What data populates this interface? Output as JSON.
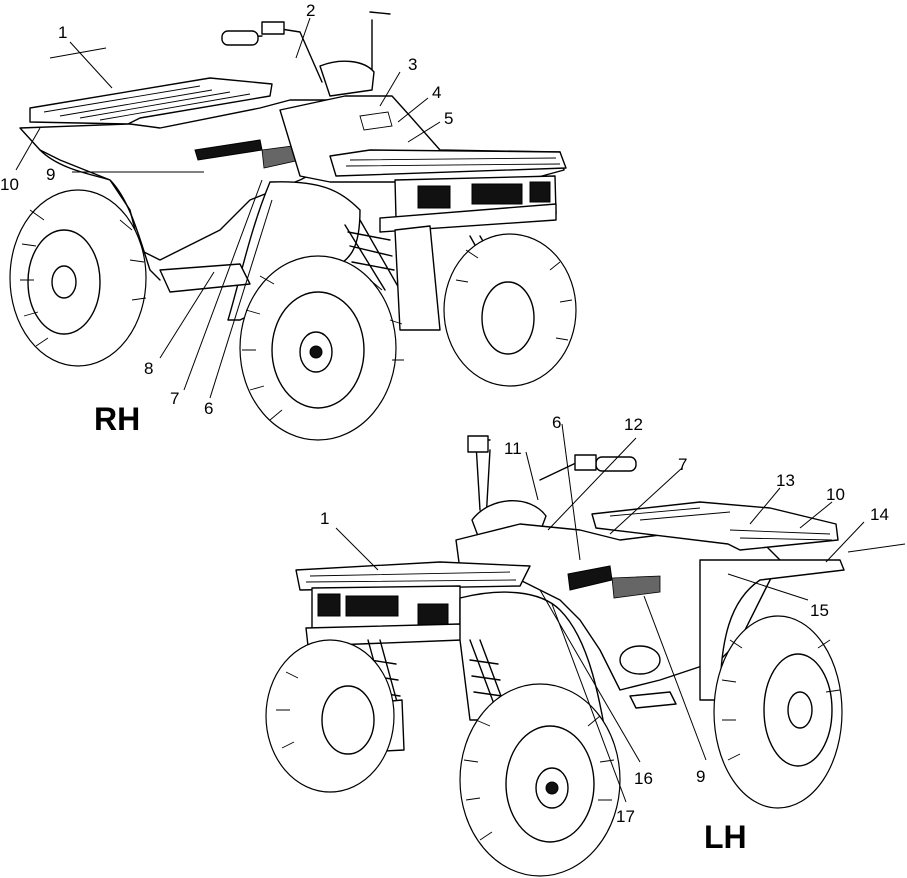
{
  "views": [
    {
      "label": "RH",
      "callouts": [
        {
          "num": "1"
        },
        {
          "num": "2"
        },
        {
          "num": "3"
        },
        {
          "num": "4"
        },
        {
          "num": "5"
        },
        {
          "num": "10"
        },
        {
          "num": "9"
        },
        {
          "num": "8"
        },
        {
          "num": "7"
        },
        {
          "num": "6"
        }
      ]
    },
    {
      "label": "LH",
      "callouts": [
        {
          "num": "11"
        },
        {
          "num": "6"
        },
        {
          "num": "12"
        },
        {
          "num": "7"
        },
        {
          "num": "13"
        },
        {
          "num": "10"
        },
        {
          "num": "14"
        },
        {
          "num": "1"
        },
        {
          "num": "15"
        },
        {
          "num": "16"
        },
        {
          "num": "9"
        },
        {
          "num": "17"
        }
      ]
    }
  ]
}
